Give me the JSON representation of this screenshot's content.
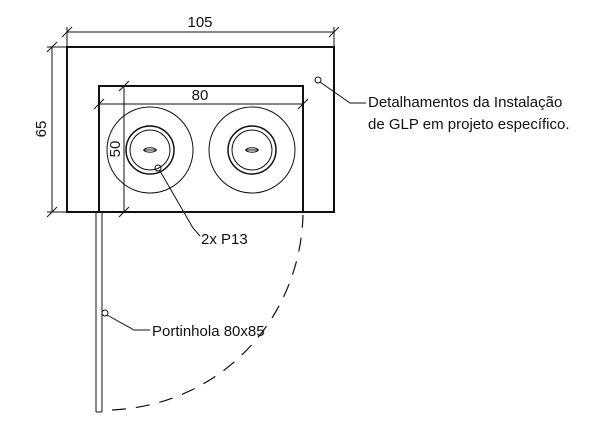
{
  "dimensions": {
    "outer_width": "105",
    "outer_height": "65",
    "inner_width": "80",
    "inner_height": "50"
  },
  "labels": {
    "glp_note_line1": "Detalhamentos da Instalação",
    "glp_note_line2": "de GLP em projeto específico.",
    "cylinders": "2x P13",
    "door": "Portinhola 80x85"
  }
}
